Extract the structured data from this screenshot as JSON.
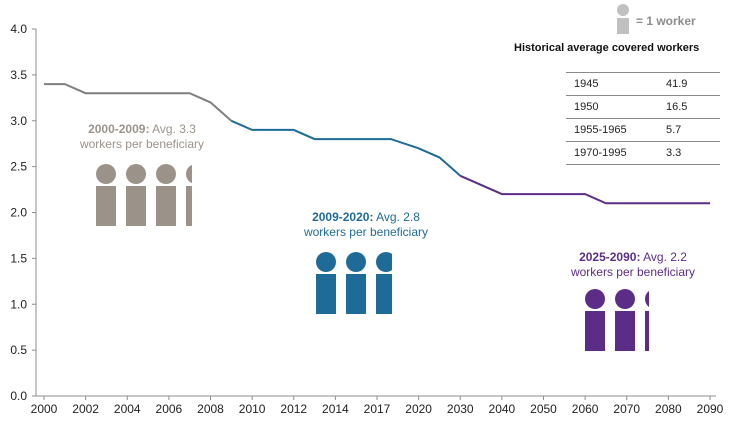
{
  "chart_data": {
    "type": "line",
    "x_ticks": [
      "2000",
      "2002",
      "2004",
      "2006",
      "2008",
      "2010",
      "2012",
      "2014",
      "2017",
      "2020",
      "2030",
      "2040",
      "2050",
      "2060",
      "2070",
      "2080",
      "2090"
    ],
    "y_ticks": [
      "0.0",
      "0.5",
      "1.0",
      "1.5",
      "2.0",
      "2.5",
      "3.0",
      "3.5",
      "4.0"
    ],
    "ylim": [
      0,
      4
    ],
    "segments": [
      {
        "color": "#7f7f7f",
        "points": [
          [
            "2000",
            3.4
          ],
          [
            "2001",
            3.4
          ],
          [
            "2002",
            3.3
          ],
          [
            "2003",
            3.3
          ],
          [
            "2004",
            3.3
          ],
          [
            "2005",
            3.3
          ],
          [
            "2006",
            3.3
          ],
          [
            "2007",
            3.3
          ],
          [
            "2008",
            3.2
          ],
          [
            "2009",
            3.0
          ]
        ]
      },
      {
        "color": "#1f6b97",
        "points": [
          [
            "2009",
            3.0
          ],
          [
            "2010",
            2.9
          ],
          [
            "2011",
            2.9
          ],
          [
            "2012",
            2.9
          ],
          [
            "2013",
            2.8
          ],
          [
            "2014",
            2.8
          ],
          [
            "2016",
            2.8
          ],
          [
            "2017",
            2.8
          ],
          [
            "2018",
            2.8
          ],
          [
            "2020",
            2.7
          ],
          [
            "2025",
            2.6
          ],
          [
            "2030",
            2.4
          ]
        ]
      },
      {
        "color": "#5b2d87",
        "points": [
          [
            "2030",
            2.4
          ],
          [
            "2040",
            2.2
          ],
          [
            "2050",
            2.2
          ],
          [
            "2055",
            2.2
          ],
          [
            "2060",
            2.2
          ],
          [
            "2065",
            2.1
          ],
          [
            "2070",
            2.1
          ],
          [
            "2080",
            2.1
          ],
          [
            "2090",
            2.1
          ]
        ]
      }
    ],
    "annotations": [
      {
        "bold": "2000-2009:",
        "rest": " Avg. 3.3",
        "line2": "workers per beneficiary",
        "color": "#9b938a"
      },
      {
        "bold": "2009-2020:",
        "rest": " Avg. 2.8",
        "line2": "workers per beneficiary",
        "color": "#1f6b97"
      },
      {
        "bold": "2025-2090:",
        "rest": " Avg. 2.2",
        "line2": "workers per beneficiary",
        "color": "#5b2d87"
      }
    ],
    "pictographs": [
      {
        "count": 3.3,
        "color": "#9b938a"
      },
      {
        "count": 2.8,
        "color": "#1f6b97"
      },
      {
        "count": 2.2,
        "color": "#5b2d87"
      }
    ]
  },
  "legend": {
    "label": "= 1 worker",
    "icon": "person-icon",
    "color": "#c0c0c0"
  },
  "history": {
    "title": "Historical average covered workers",
    "rows": [
      {
        "period": "1945",
        "value": "41.9"
      },
      {
        "period": "1950",
        "value": "16.5"
      },
      {
        "period": "1955-1965",
        "value": "5.7"
      },
      {
        "period": "1970-1995",
        "value": "3.3"
      }
    ]
  }
}
